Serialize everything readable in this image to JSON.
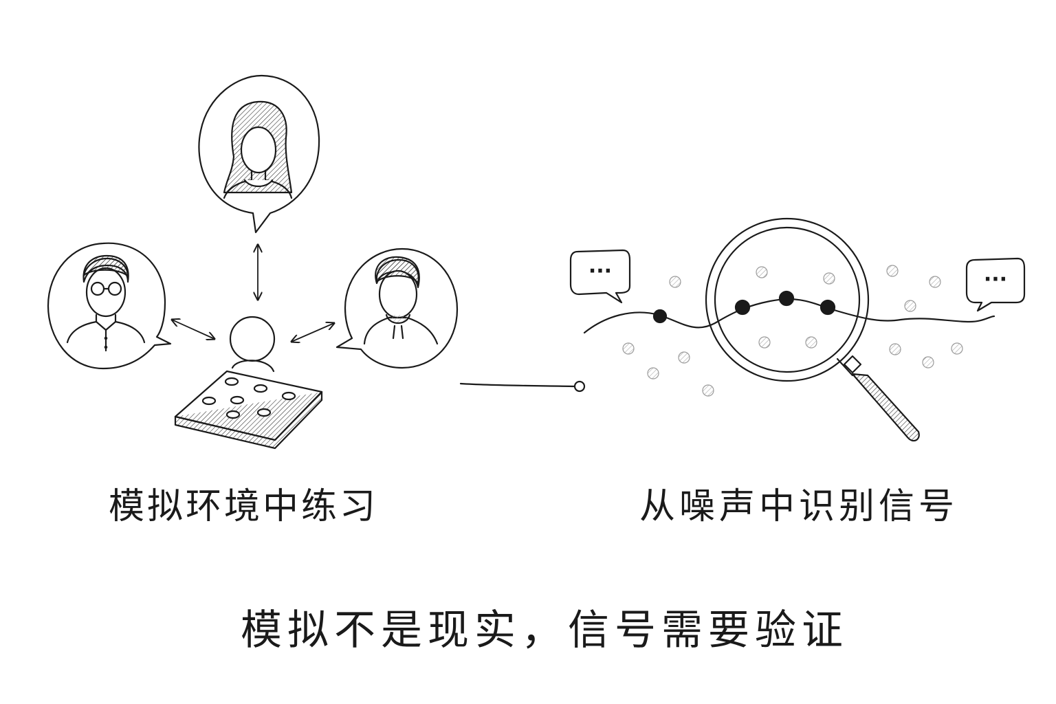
{
  "captions": {
    "left": "模拟环境中练习",
    "right": "从噪声中识别信号",
    "main": "模拟不是现实，信号需要验证"
  },
  "speech_ellipsis": "···",
  "icons": {
    "persons": [
      "woman-avatar-icon",
      "man-glasses-avatar-icon",
      "man-hoodie-avatar-icon"
    ],
    "center": "learner-figure-icon",
    "board": "practice-board-icon",
    "magnifier": "magnifying-glass-icon"
  },
  "colors": {
    "ink": "#1a1a1a",
    "noise_dot": "#c8c8c8",
    "signal_dot": "#1a1a1a",
    "background": "#ffffff"
  }
}
